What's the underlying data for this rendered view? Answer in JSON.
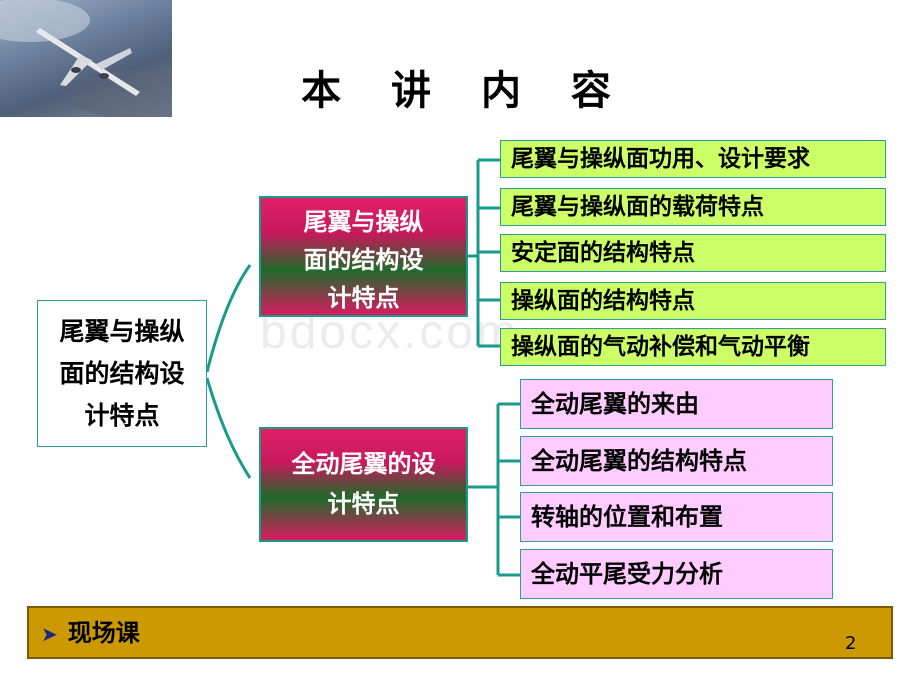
{
  "title": "本 讲 内 容",
  "root": {
    "lines": [
      "尾翼与操纵",
      "面的结构设",
      "计特点"
    ]
  },
  "branches": [
    {
      "lines": [
        "尾翼与操纵",
        "面的结构设",
        "计特点"
      ],
      "items": [
        "尾翼与操纵面功用、设计要求",
        "尾翼与操纵面的载荷特点",
        "安定面的结构特点",
        "操纵面的结构特点",
        "操纵面的气动补偿和气动平衡"
      ]
    },
    {
      "lines": [
        "全动尾翼的设",
        "计特点"
      ],
      "items": [
        "全动尾翼的来由",
        "全动尾翼的结构特点",
        "转轴的位置和布置",
        "全动平尾受力分析"
      ]
    }
  ],
  "footer": {
    "bullet": "➤",
    "label": "现场课"
  },
  "page_number": "2",
  "watermark": "bdocx.com",
  "colors": {
    "green_box": "#ccff66",
    "pink_box": "#ffccff",
    "mid_box_top": "#e01f66",
    "mid_box_band": "#1f6a2a",
    "connector": "#1a9a8a",
    "footer_bg": "#cc9900"
  }
}
